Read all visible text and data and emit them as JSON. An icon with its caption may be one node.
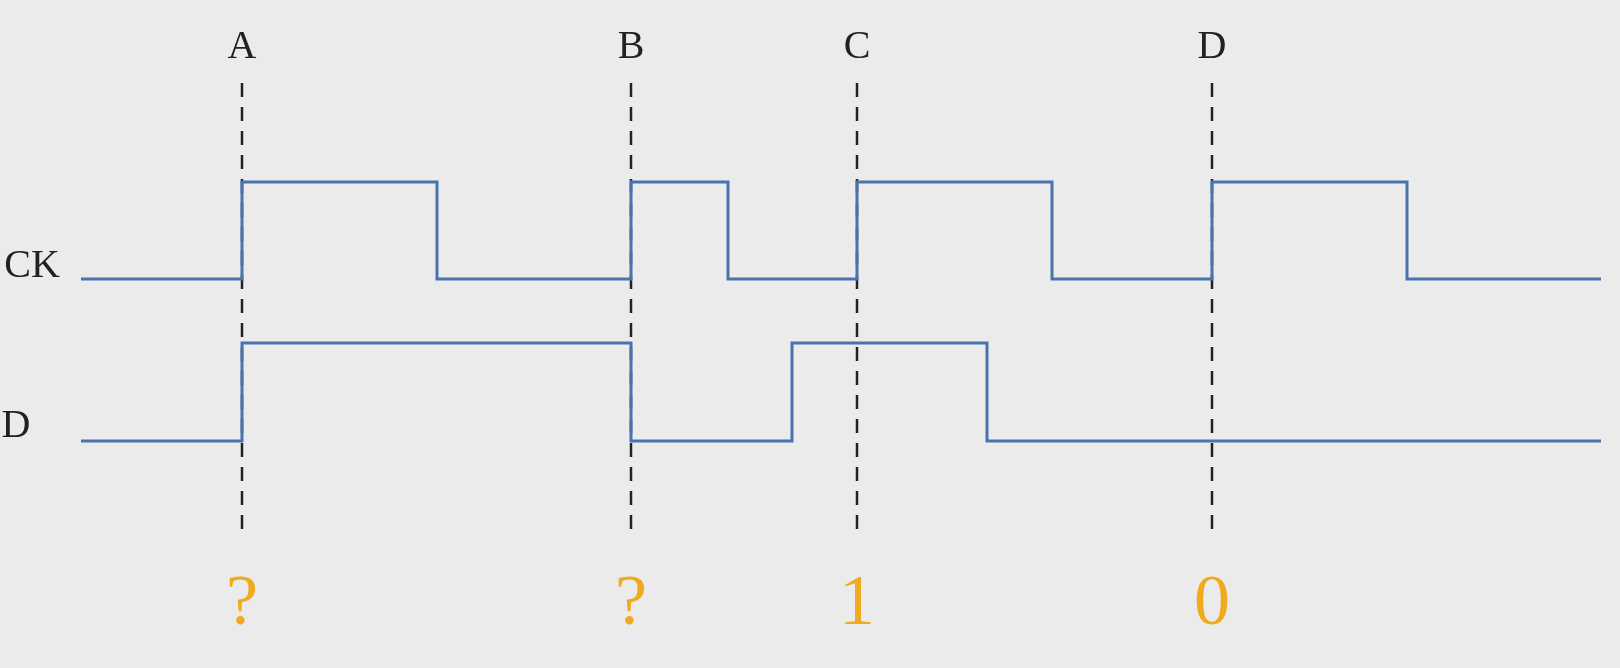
{
  "diagram": {
    "labels": [
      "A",
      "B",
      "C",
      "D",
      "CK",
      "D",
      "?",
      "?",
      "1",
      "0"
    ]
  }
}
